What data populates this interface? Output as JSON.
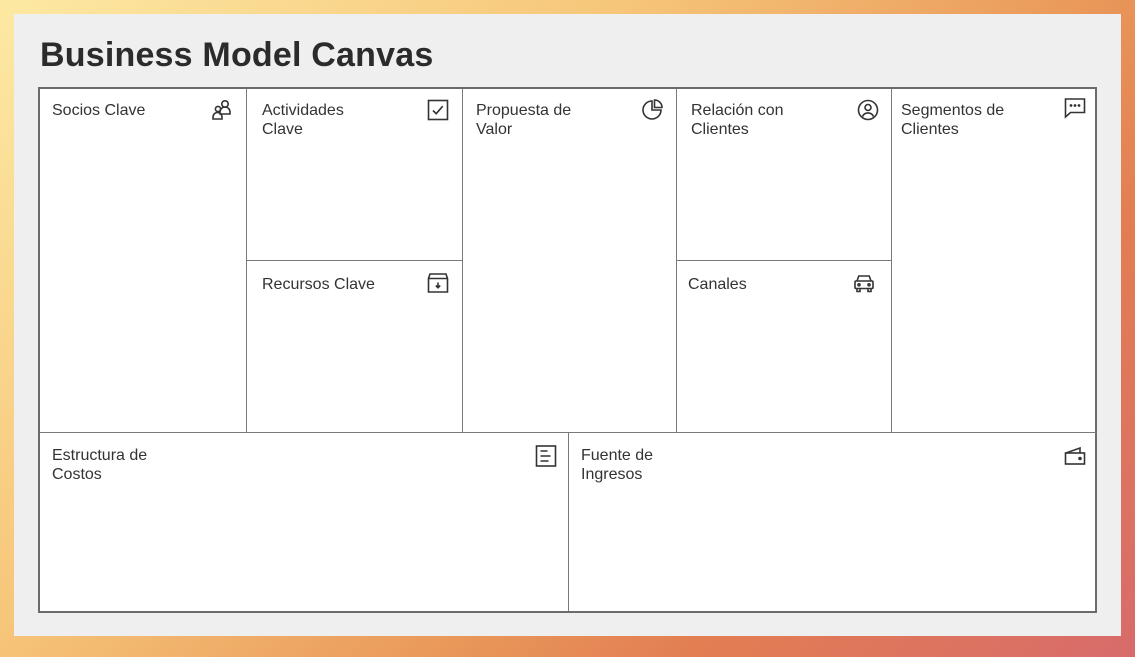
{
  "title": "Business Model Canvas",
  "blocks": {
    "socios": {
      "label": "Socios Clave",
      "icon": "partners-icon"
    },
    "actividades": {
      "label": "Actividades\nClave",
      "icon": "checkbox-icon"
    },
    "recursos": {
      "label": "Recursos Clave",
      "icon": "archive-box-icon"
    },
    "propuesta": {
      "label": "Propuesta de\nValor",
      "icon": "pie-chart-icon"
    },
    "relacion": {
      "label": "Relación con\nClientes",
      "icon": "user-circle-icon"
    },
    "canales": {
      "label": "Canales",
      "icon": "car-icon"
    },
    "segmentos": {
      "label": "Segmentos de\nClientes",
      "icon": "chat-bubble-icon"
    },
    "costos": {
      "label": "Estructura de\nCostos",
      "icon": "document-lines-icon"
    },
    "ingresos": {
      "label": "Fuente de\nIngresos",
      "icon": "wallet-icon"
    }
  },
  "colors": {
    "border": "#6b6b6b",
    "text": "#333333",
    "sheet": "#efefef"
  }
}
